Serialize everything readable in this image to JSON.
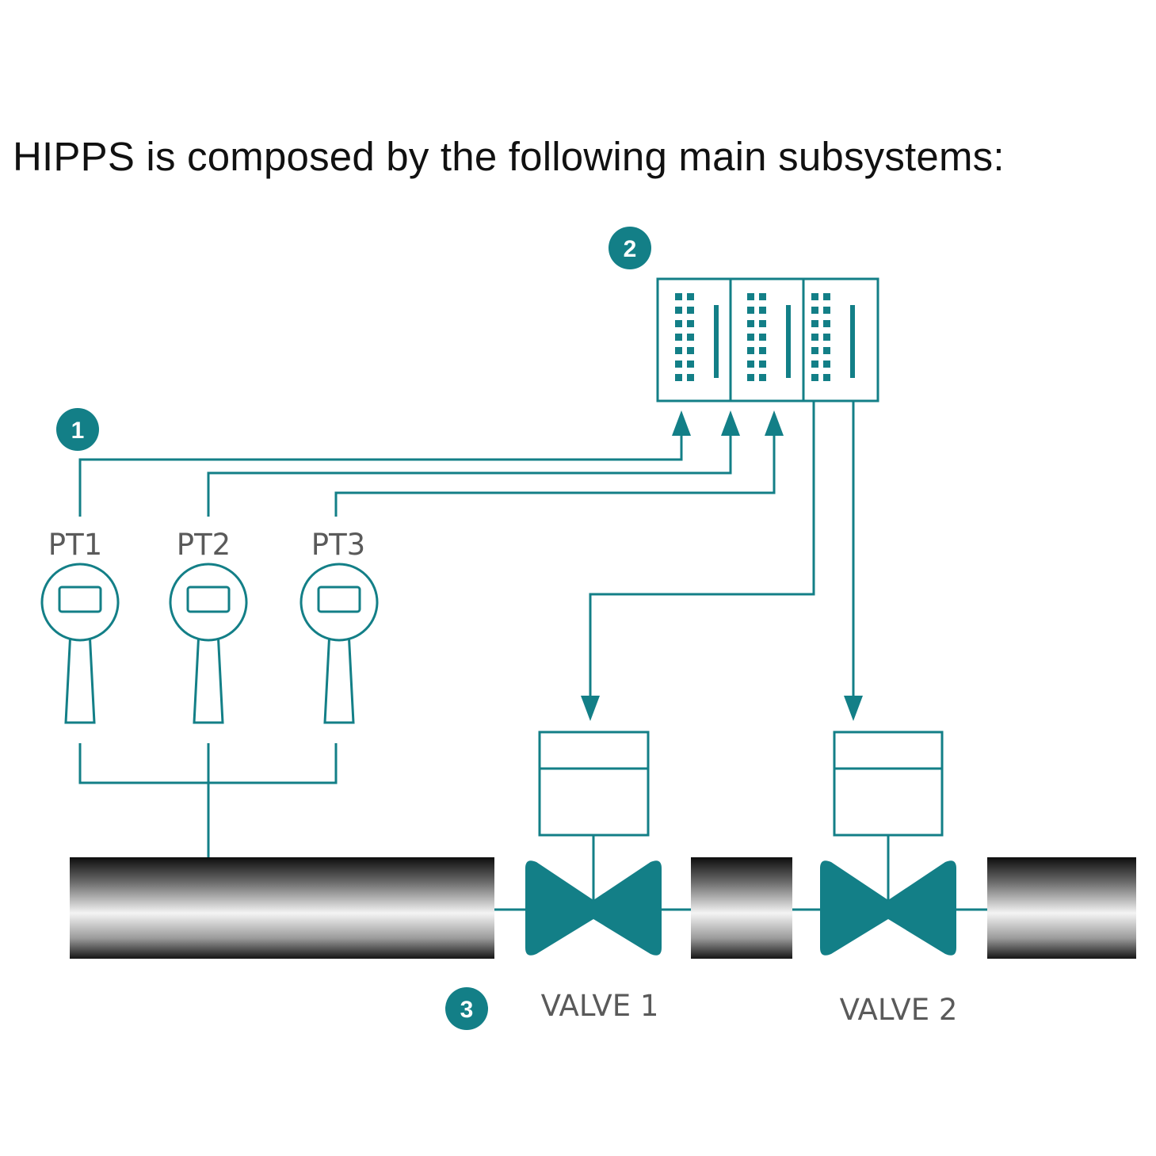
{
  "heading": "HIPPS is composed by the following main subsystems:",
  "colors": {
    "accent": "#137f87",
    "label": "#5a5a5a",
    "text": "#111111"
  },
  "badges": {
    "one": "1",
    "two": "2",
    "three": "3"
  },
  "transmitters": [
    "PT1",
    "PT2",
    "PT3"
  ],
  "valves": [
    "VALVE 1",
    "VALVE 2"
  ]
}
